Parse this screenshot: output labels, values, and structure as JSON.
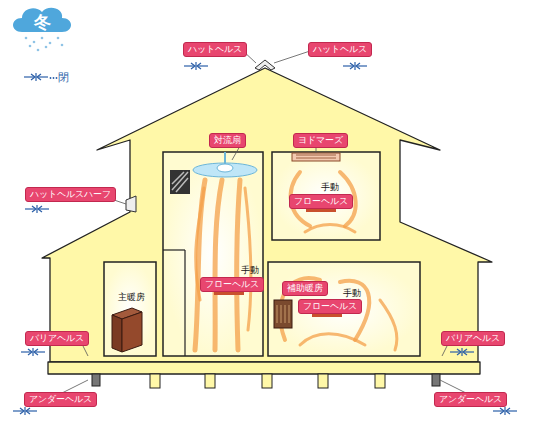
{
  "diagram": {
    "title": "冬",
    "nodes": [
      {
        "text": [
          "ハットヘルス"
        ]
      },
      {
        "text": [
          "ハットヘルス"
        ]
      },
      {
        "text": [
          "対流扇"
        ]
      },
      {
        "text": [
          "ヨドマーズ"
        ]
      },
      {
        "text": [
          "ハットヘルスハーフ"
        ]
      },
      {
        "text": [
          "フローヘルス"
        ]
      },
      {
        "text": [
          "フローヘルス"
        ]
      },
      {
        "text": [
          "補助暖房"
        ]
      },
      {
        "text": [
          "フローヘルス"
        ]
      },
      {
        "text": [
          "バリアヘルス"
        ]
      },
      {
        "text": [
          "バリアヘルス"
        ]
      },
      {
        "text": [
          "アンダーヘルス"
        ]
      },
      {
        "text": [
          "アンダーヘルス"
        ]
      }
    ],
    "labels": [
      "手動",
      "手動",
      "手動",
      "主暖房"
    ],
    "legend": [
      {
        "text": "閉"
      }
    ]
  }
}
